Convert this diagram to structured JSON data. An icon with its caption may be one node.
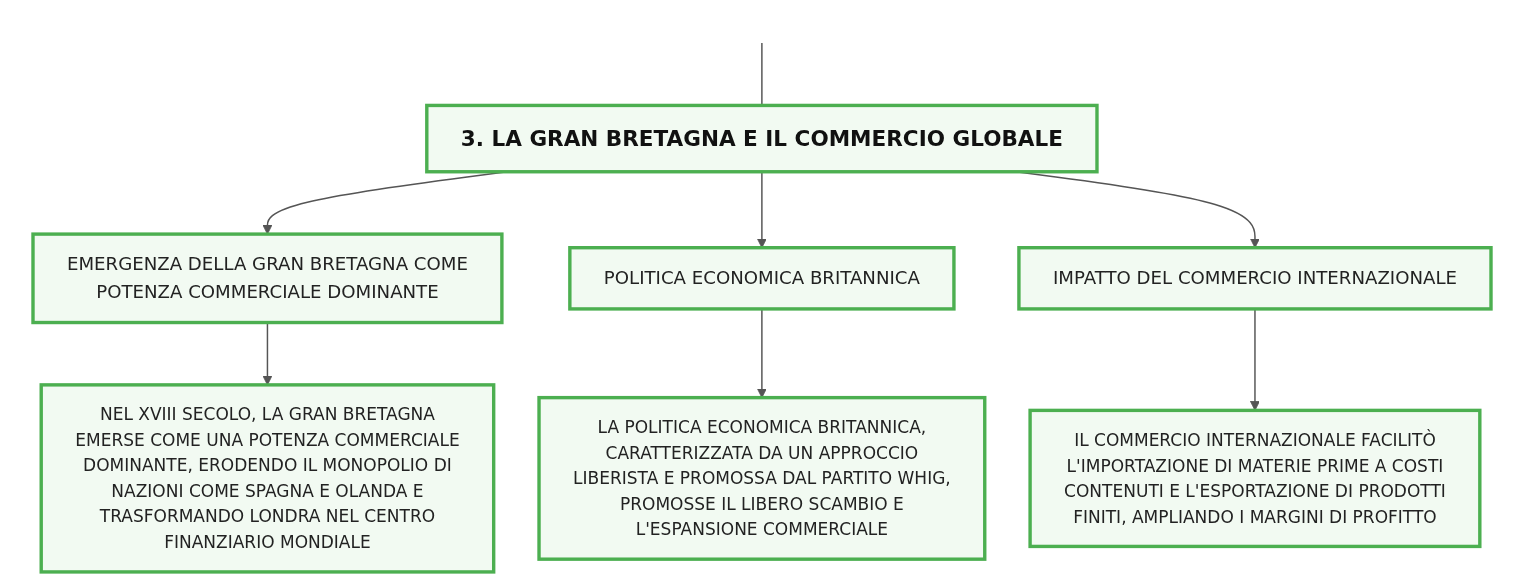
{
  "diagram": {
    "nodes": [
      {
        "text": [
          "3. LA GRAN BRETAGNA E IL COMMERCIO GLOBALE"
        ]
      },
      {
        "text": [
          "EMERGENZA DELLA GRAN BRETAGNA COME POTENZA COMMERCIALE DOMINANTE"
        ]
      },
      {
        "text": [
          "POLITICA ECONOMICA BRITANNICA"
        ]
      },
      {
        "text": [
          "IMPATTO DEL COMMERCIO INTERNAZIONALE"
        ]
      },
      {
        "text": [
          "NEL XVIII SECOLO, LA GRAN BRETAGNA EMERSE COME UNA POTENZA COMMERCIALE DOMINANTE, ERODENDO IL MONOPOLIO DI NAZIONI COME SPAGNA E OLANDA E TRASFORMANDO LONDRA NEL CENTRO FINANZIARIO MONDIALE"
        ]
      },
      {
        "text": [
          "LA POLITICA ECONOMICA BRITANNICA, CARATTERIZZATA DA UN APPROCCIO LIBERISTA E PROMOSSA DAL PARTITO WHIG, PROMOSSE IL LIBERO SCAMBIO E L'ESPANSIONE COMMERCIALE"
        ]
      },
      {
        "text": [
          "IL COMMERCIO INTERNAZIONALE FACILITÒ L'IMPORTAZIONE DI MATERIE PRIME A COSTI CONTENUTI E L'ESPORTAZIONE DI PRODOTTI FINITI, AMPLIANDO I MARGINI DI PROFITTO"
        ]
      }
    ],
    "edges": [
      {
        "from": null,
        "to": 0,
        "arrow": "none"
      },
      {
        "from": 0,
        "to": 1,
        "arrow": "to"
      },
      {
        "from": 0,
        "to": 2,
        "arrow": "to"
      },
      {
        "from": 0,
        "to": 3,
        "arrow": "to"
      },
      {
        "from": 1,
        "to": 4,
        "arrow": "to"
      },
      {
        "from": 2,
        "to": 5,
        "arrow": "to"
      },
      {
        "from": 3,
        "to": 6,
        "arrow": "to"
      }
    ]
  }
}
